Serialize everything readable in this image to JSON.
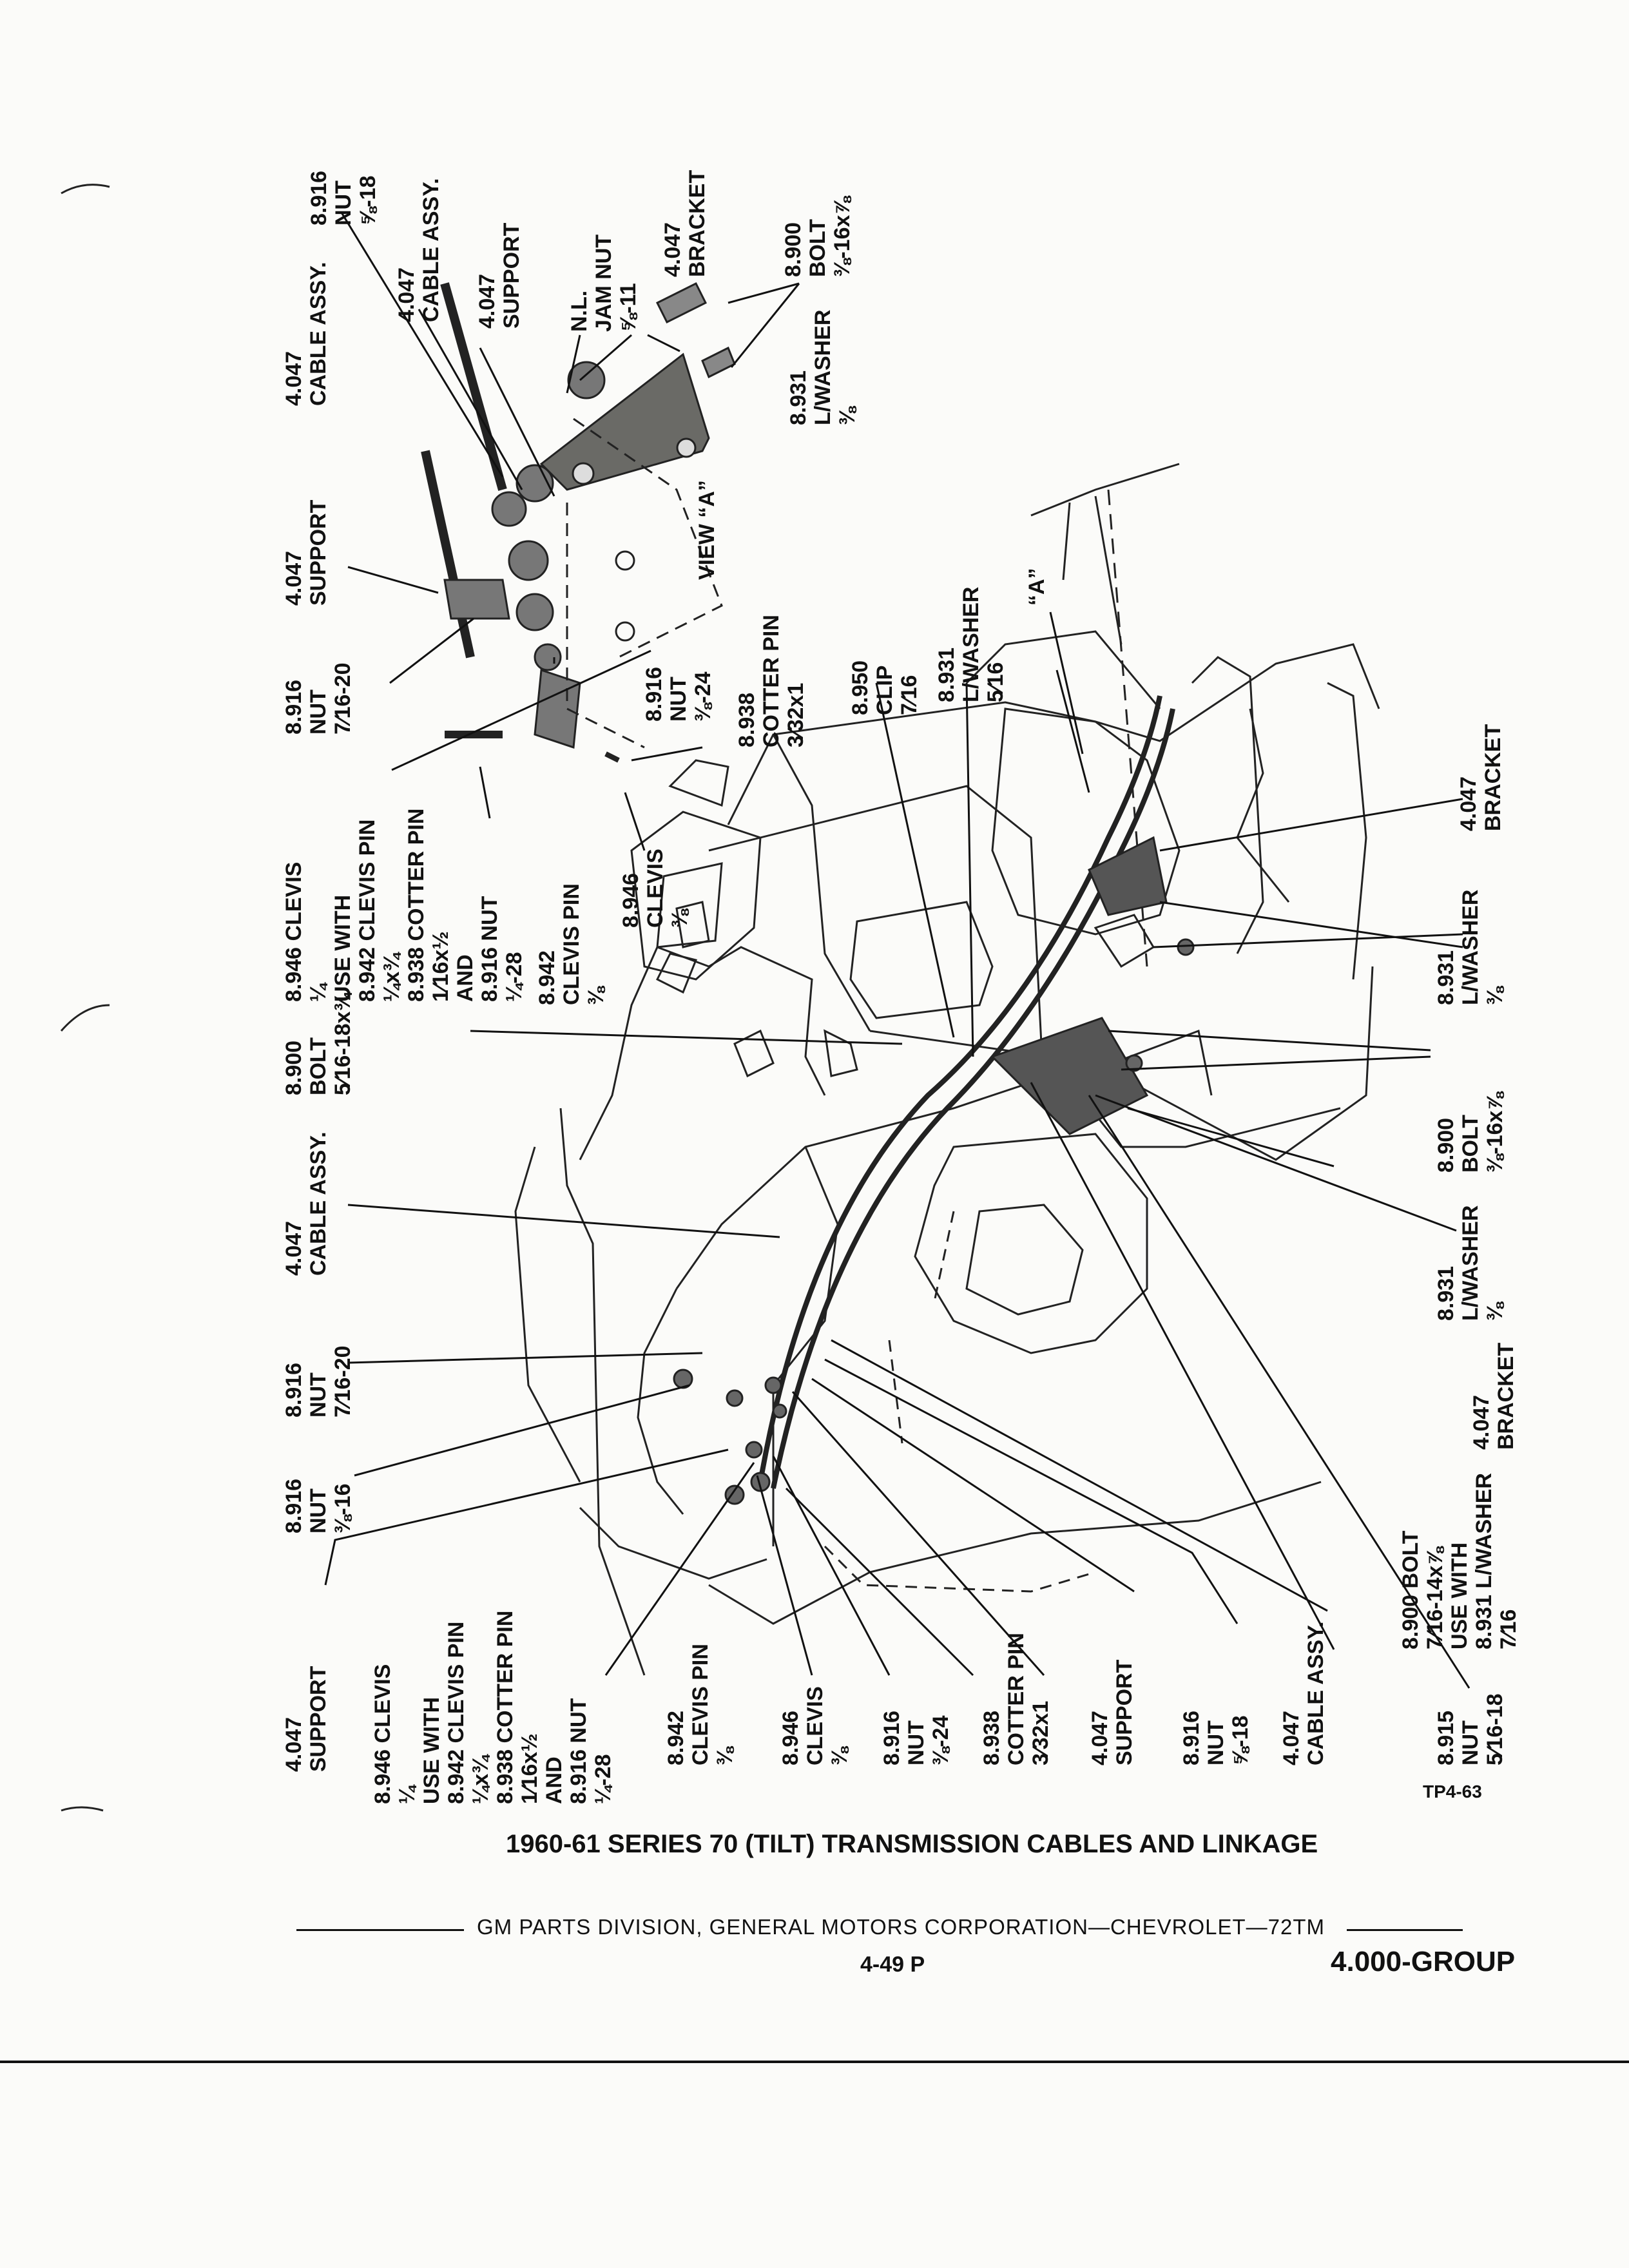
{
  "labels": {
    "nut_5_8_18_top": [
      "8.916",
      "NUT",
      "⅝-18"
    ],
    "cable_assy_top": [
      "4.047",
      "CABLE ASSY."
    ],
    "support_top": [
      "4.047",
      "SUPPORT"
    ],
    "jam_nut": [
      "N.L.",
      "JAM NUT",
      "⅝-11"
    ],
    "bracket_top": [
      "4.047",
      "BRACKET"
    ],
    "bolt_3_8_top": [
      "8.900",
      "BOLT",
      "⅜-16x⅞"
    ],
    "cable_assy_left": [
      "4.047",
      "CABLE ASSY."
    ],
    "support_left": [
      "4.047",
      "SUPPORT"
    ],
    "lwasher_3_8_top": [
      "8.931",
      "L/WASHER",
      "⅜"
    ],
    "nut_7_16_top": [
      "8.916",
      "NUT",
      "7⁄16-20"
    ],
    "view_a": "VIEW “A”",
    "nut_3_8_24_top": [
      "8.916",
      "NUT",
      "⅜-24"
    ],
    "cotter_pin_top": [
      "8.938",
      "COTTER PIN",
      "3⁄32x1"
    ],
    "clip": [
      "8.950",
      "CLIP",
      "7⁄16"
    ],
    "lwasher_5_16": [
      "8.931",
      "L/WASHER",
      "5⁄16"
    ],
    "a_marker": "“A”",
    "clevis_group_top": [
      "8.946 CLEVIS",
      "¼",
      "USE WITH",
      "8.942 CLEVIS PIN",
      "¼x¾",
      "8.938 COTTER PIN",
      "1⁄16x½",
      "AND",
      "8.916 NUT",
      "¼-28"
    ],
    "clevis_pin_top": [
      "8.942",
      "CLEVIS PIN",
      "⅜"
    ],
    "clevis_3_8_top": [
      "8.946",
      "CLEVIS",
      "⅜"
    ],
    "bracket_right": [
      "4.047",
      "BRACKET"
    ],
    "bolt_5_16": [
      "8.900",
      "BOLT",
      "5⁄16-18x¾"
    ],
    "lwasher_3_8_right": [
      "8.931",
      "L/WASHER",
      "⅜"
    ],
    "bolt_3_8_right": [
      "8.900",
      "BOLT",
      "⅜-16x⅞"
    ],
    "cable_assy_mid": [
      "4.047",
      "CABLE ASSY."
    ],
    "lwasher_3_8_mid": [
      "8.931",
      "L/WASHER",
      "⅜"
    ],
    "nut_7_16_mid": [
      "8.916",
      "NUT",
      "7⁄16-20"
    ],
    "nut_3_8_16": [
      "8.916",
      "NUT",
      "⅜-16"
    ],
    "bracket_bottom": [
      "4.047",
      "BRACKET"
    ],
    "support_bottom": [
      "4.047",
      "SUPPORT"
    ],
    "clevis_group_bottom": [
      "8.946 CLEVIS",
      "¼",
      "USE WITH",
      "8.942 CLEVIS PIN",
      "¼x¾",
      "8.938 COTTER PIN",
      "1⁄16x½",
      "AND",
      "8.916 NUT",
      "¼-28"
    ],
    "clevis_pin_bottom": [
      "8.942",
      "CLEVIS PIN",
      "⅜"
    ],
    "clevis_bottom": [
      "8.946",
      "CLEVIS",
      "⅜"
    ],
    "nut_3_8_24_bottom": [
      "8.916",
      "NUT",
      "⅜-24"
    ],
    "cotter_pin_bottom": [
      "8.938",
      "COTTER PIN",
      "3⁄32x1"
    ],
    "support_bottom2": [
      "4.047",
      "SUPPORT"
    ],
    "nut_5_8_18_bottom": [
      "8.916",
      "NUT",
      "⅝-18"
    ],
    "cable_assy_bottom": [
      "4.047",
      "CABLE ASSY."
    ],
    "bolt_7_16": [
      "8.900 BOLT",
      "7⁄16-14x⅞",
      "USE WITH",
      "8.931 L/WASHER",
      "7⁄16"
    ],
    "nut_5_16_18": [
      "8.915",
      "NUT",
      "5⁄16-18"
    ]
  },
  "figure_code": "TP4-63",
  "title": "1960-61 SERIES 70 (TILT) TRANSMISSION CABLES AND LINKAGE",
  "footer": {
    "division": "GM PARTS DIVISION, GENERAL MOTORS CORPORATION—CHEVROLET—72TM",
    "page": "4-49 P",
    "group": "4.000-GROUP"
  }
}
